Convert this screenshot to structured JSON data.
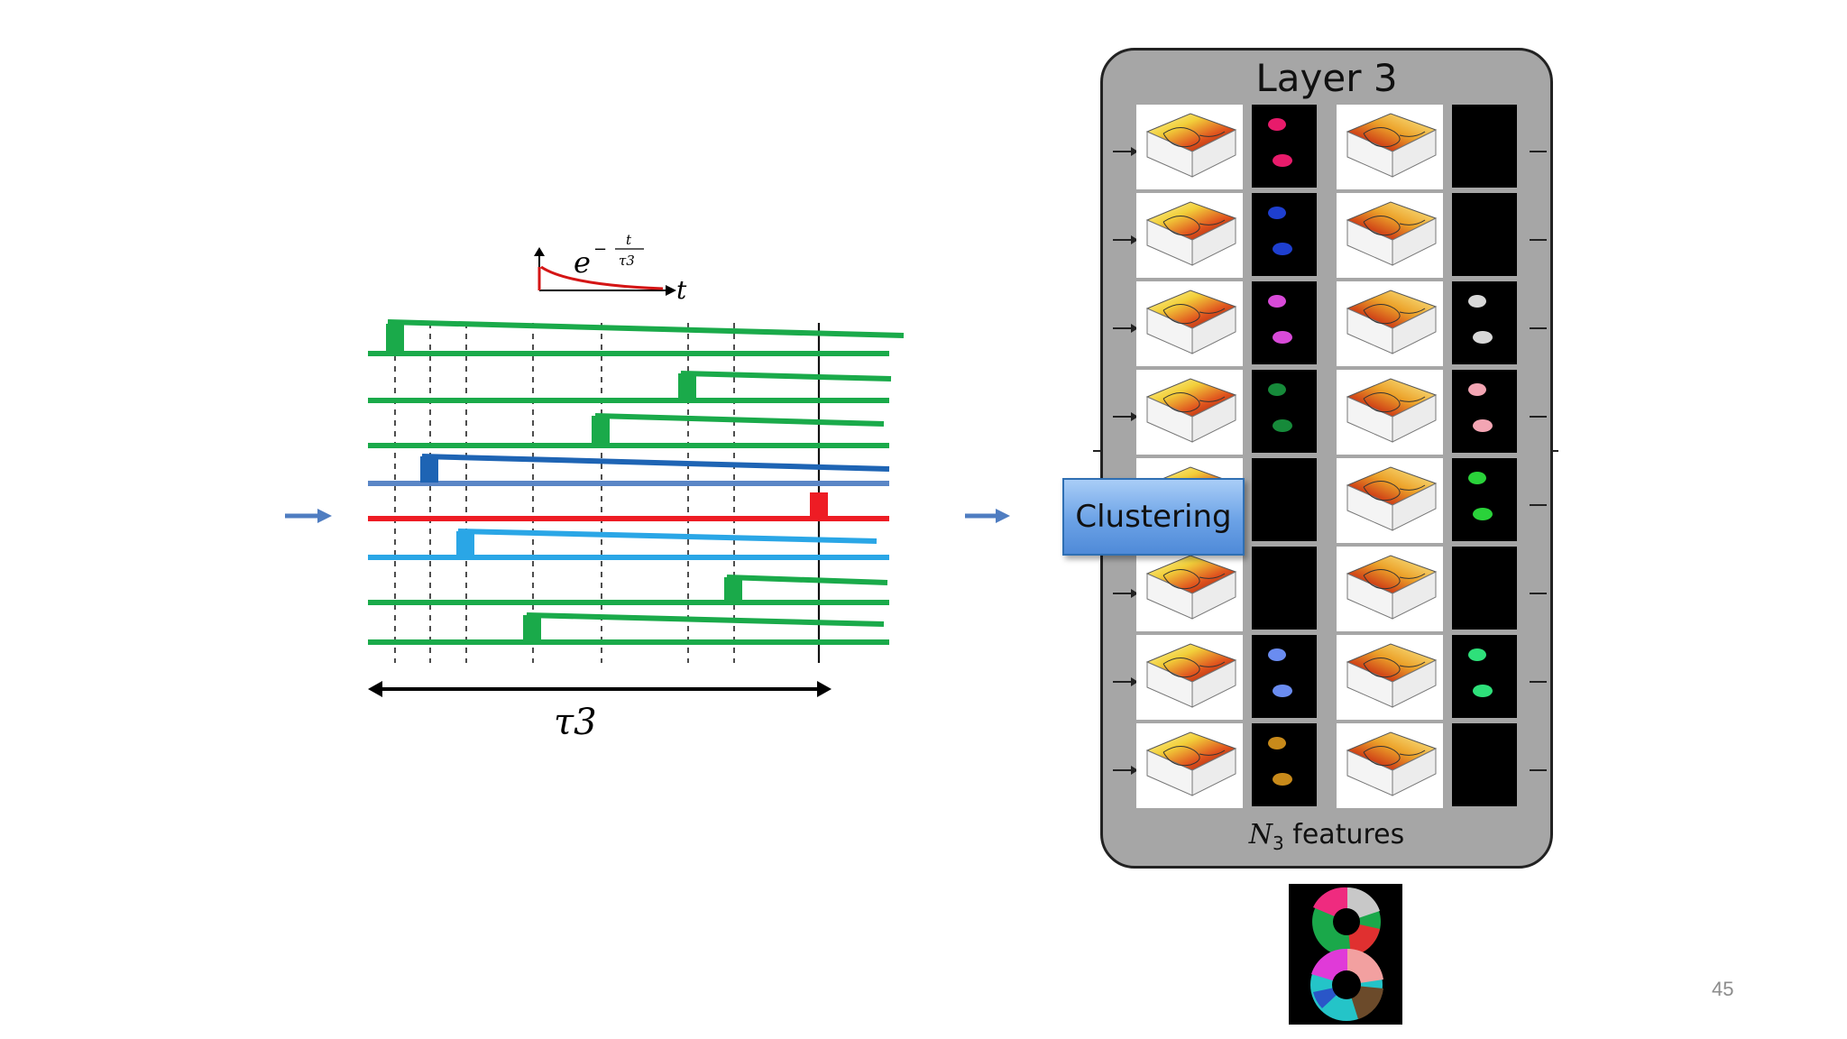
{
  "slide": {
    "page_number": "45"
  },
  "left_diagram": {
    "kernel_expr": "e",
    "kernel_exp_minus": "−",
    "kernel_exp_num": "t",
    "kernel_exp_den": "τ3",
    "axis_t": "t",
    "window_label": "τ3"
  },
  "layer": {
    "title": "Layer 3",
    "features_symbol": "N",
    "features_sub": "3",
    "features_text": " features",
    "clustering_label": "Clustering"
  },
  "colors": {
    "green": "#1aaa4a",
    "dark_blue": "#1e64b4",
    "steel_blue": "#5a86c6",
    "red": "#ee1c24",
    "light_blue": "#2aa6e6",
    "arrow_blue": "#4f7dc1",
    "panel_gray": "#a6a6a6"
  },
  "icons": [
    "input-arrow-icon",
    "output-arrow-icon",
    "decay-kernel-icon"
  ]
}
